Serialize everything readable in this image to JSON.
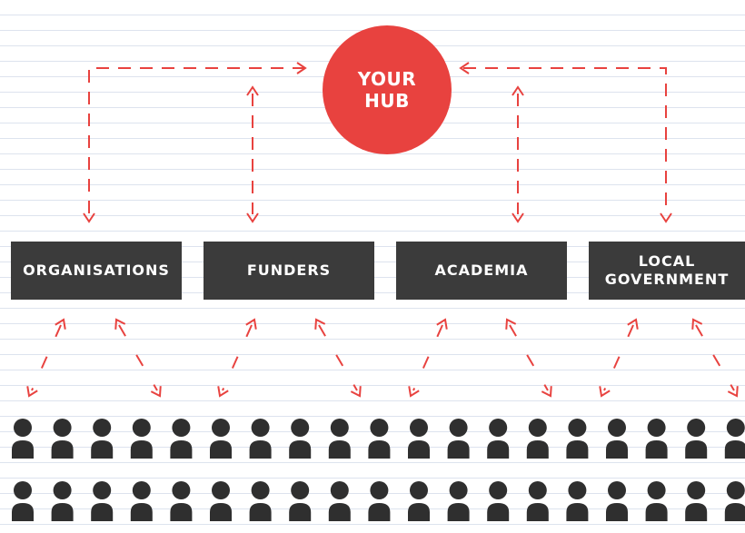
{
  "hub": {
    "label": "YOUR\nHUB"
  },
  "stakeholders": [
    {
      "label": "ORGANISATIONS"
    },
    {
      "label": "FUNDERS"
    },
    {
      "label": "ACADEMIA"
    },
    {
      "label": "LOCAL\nGOVERNMENT"
    }
  ],
  "colors": {
    "hub_fill": "#e8423f",
    "arrow": "#e8423f",
    "box_fill": "#3b3b3b",
    "people": "#2f2f2f",
    "background_lines": "#dde3ee"
  }
}
